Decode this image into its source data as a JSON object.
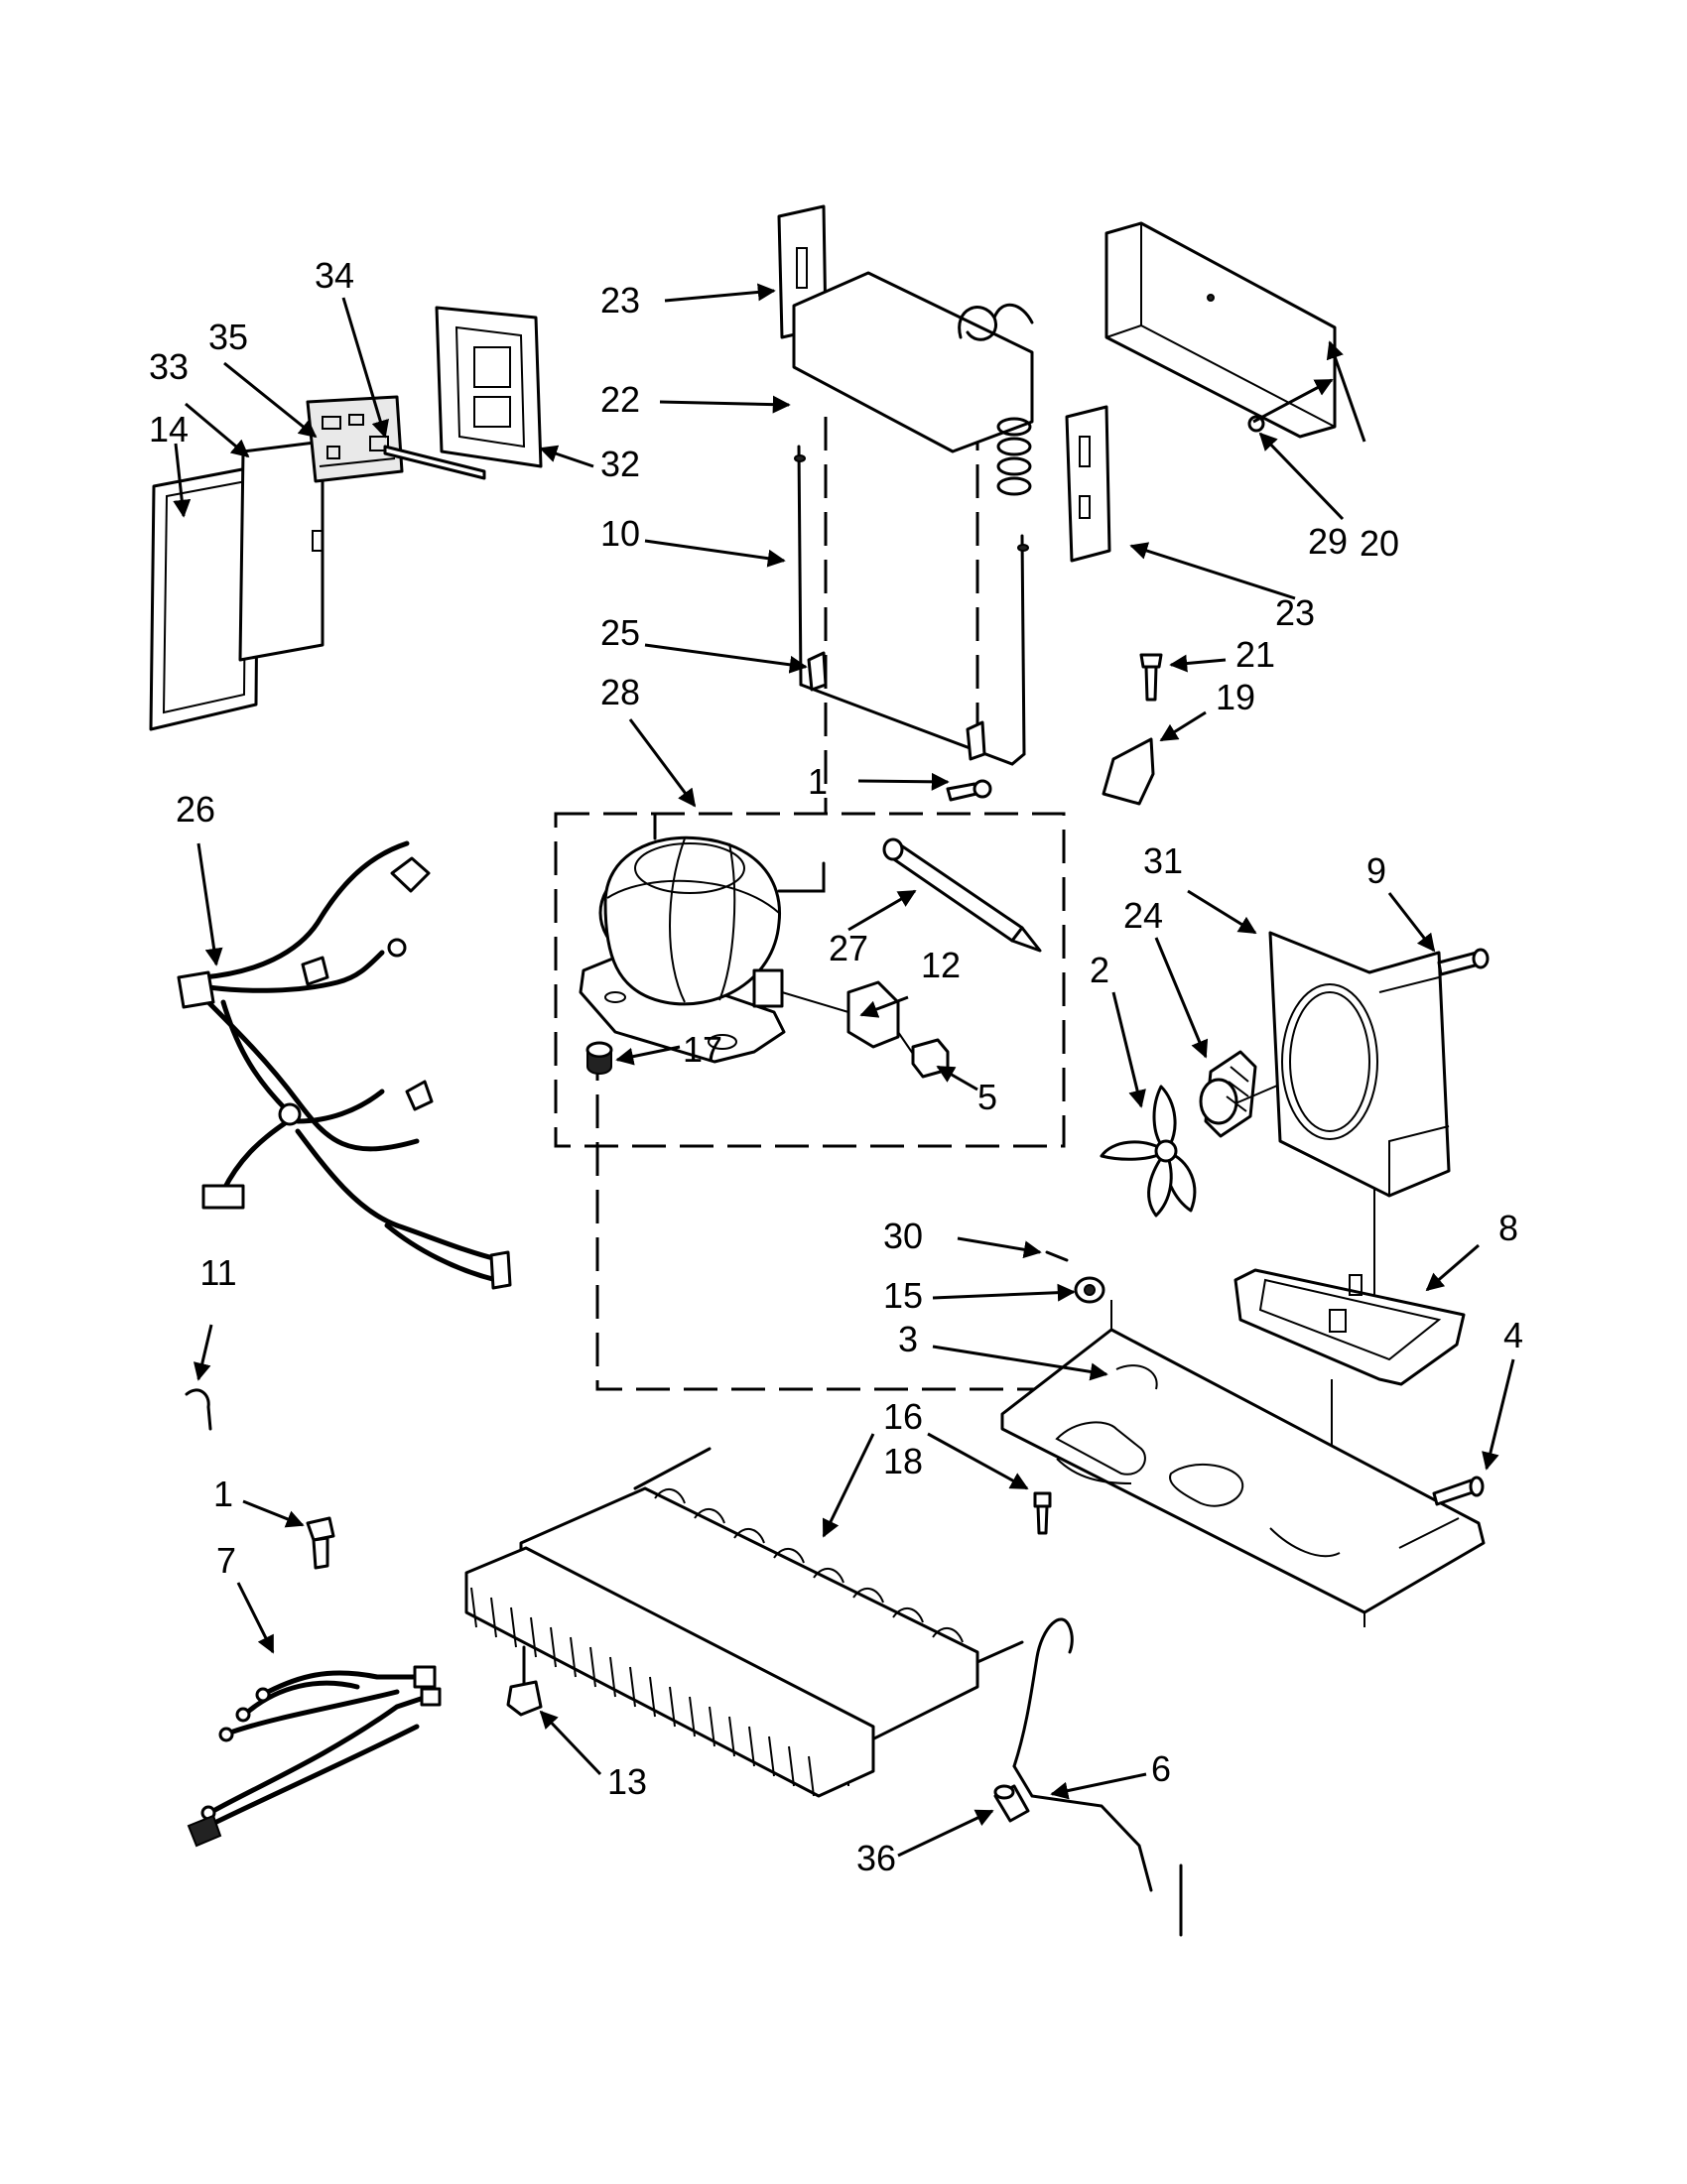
{
  "callouts": [
    {
      "num": "1"
    },
    {
      "num": "1"
    },
    {
      "num": "2"
    },
    {
      "num": "3"
    },
    {
      "num": "4"
    },
    {
      "num": "5"
    },
    {
      "num": "6"
    },
    {
      "num": "7"
    },
    {
      "num": "8"
    },
    {
      "num": "9"
    },
    {
      "num": "10"
    },
    {
      "num": "11"
    },
    {
      "num": "12"
    },
    {
      "num": "13"
    },
    {
      "num": "14"
    },
    {
      "num": "15"
    },
    {
      "num": "16"
    },
    {
      "num": "17"
    },
    {
      "num": "18"
    },
    {
      "num": "19"
    },
    {
      "num": "20"
    },
    {
      "num": "21"
    },
    {
      "num": "22"
    },
    {
      "num": "23"
    },
    {
      "num": "23"
    },
    {
      "num": "24"
    },
    {
      "num": "25"
    },
    {
      "num": "26"
    },
    {
      "num": "27"
    },
    {
      "num": "28"
    },
    {
      "num": "29"
    },
    {
      "num": "30"
    },
    {
      "num": "31"
    },
    {
      "num": "32"
    },
    {
      "num": "33"
    },
    {
      "num": "34"
    },
    {
      "num": "35"
    },
    {
      "num": "36"
    }
  ]
}
